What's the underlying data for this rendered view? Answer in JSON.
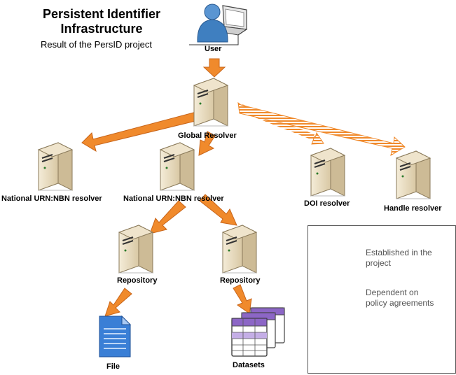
{
  "header": {
    "title_line1": "Persistent Identifier",
    "title_line2": "Infrastructure",
    "subtitle": "Result of the PersID project"
  },
  "nodes": {
    "user": "User",
    "global_resolver": "Global Resolver",
    "national_resolver_a": "National URN:NBN resolver",
    "national_resolver_b": "National URN:NBN resolver",
    "doi_resolver": "DOI resolver",
    "handle_resolver": "Handle resolver",
    "repository_a": "Repository",
    "repository_b": "Repository",
    "file": "File",
    "datasets": "Datasets"
  },
  "legend": {
    "established_line1": "Established in the",
    "established_line2": "project",
    "dependent_line1": "Dependent on",
    "dependent_line2": "policy agreements"
  },
  "colors": {
    "arrow_fill": "#f08a2c",
    "arrow_stroke": "#c8651a",
    "server_body": "#e9dcc0",
    "server_side": "#cbb994",
    "user_blue": "#3f7fc0",
    "file_blue": "#3a7fd6",
    "dataset_purple": "#8c66c6"
  }
}
